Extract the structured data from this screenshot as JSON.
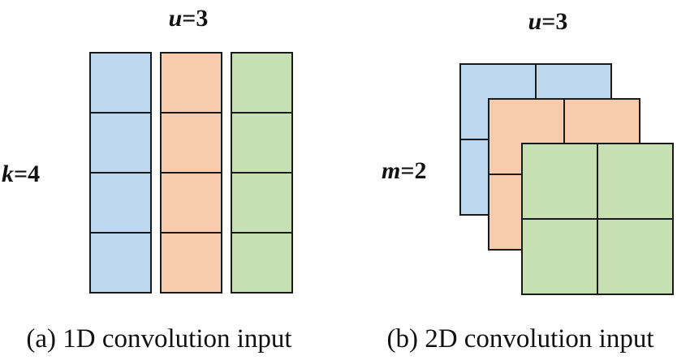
{
  "panel_a": {
    "top_label": {
      "var": "u",
      "value": "=3"
    },
    "side_label": {
      "var": "k",
      "value": "=4"
    },
    "caption": "(a) 1D convolution input",
    "columns": [
      {
        "color": "#bdd7ee"
      },
      {
        "color": "#f8cbad"
      },
      {
        "color": "#c6e0b4"
      }
    ],
    "rows": 4
  },
  "panel_b": {
    "top_label": {
      "var": "u",
      "value": "=3"
    },
    "side_label": {
      "var": "m",
      "value": "=2"
    },
    "caption": "(b) 2D convolution input",
    "layers": [
      {
        "color": "#bdd7ee"
      },
      {
        "color": "#f8cbad"
      },
      {
        "color": "#c6e0b4"
      }
    ],
    "grid": 2
  },
  "colors": {
    "stroke": "#1a1a1a",
    "text": "#111111"
  }
}
